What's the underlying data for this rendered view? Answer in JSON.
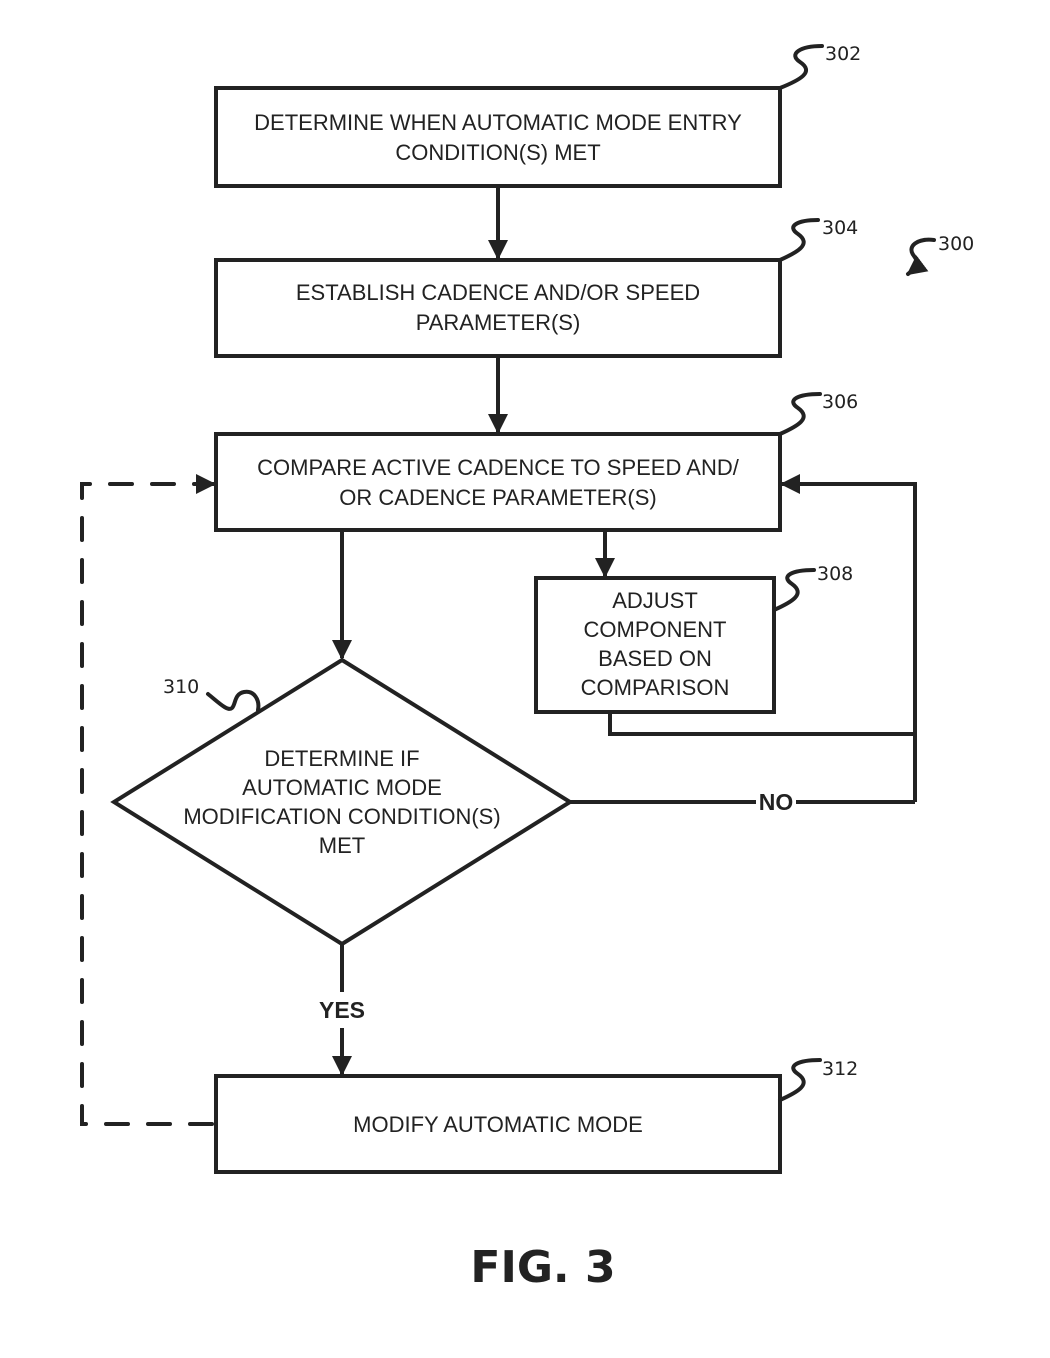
{
  "figure": {
    "title": "FIG. 3",
    "ref": "300"
  },
  "nodes": {
    "n302": {
      "ref": "302",
      "type": "process",
      "lines": [
        "DETERMINE WHEN AUTOMATIC MODE ENTRY",
        "CONDITION(S) MET"
      ]
    },
    "n304": {
      "ref": "304",
      "type": "process",
      "lines": [
        "ESTABLISH CADENCE AND/OR SPEED",
        "PARAMETER(S)"
      ]
    },
    "n306": {
      "ref": "306",
      "type": "process",
      "lines": [
        "COMPARE ACTIVE CADENCE TO SPEED AND/",
        "OR CADENCE PARAMETER(S)"
      ]
    },
    "n308": {
      "ref": "308",
      "type": "process",
      "lines": [
        "ADJUST",
        "COMPONENT",
        "BASED ON",
        "COMPARISON"
      ]
    },
    "n310": {
      "ref": "310",
      "type": "decision",
      "lines": [
        "DETERMINE IF",
        "AUTOMATIC MODE",
        "MODIFICATION CONDITION(S)",
        "MET"
      ]
    },
    "n312": {
      "ref": "312",
      "type": "process",
      "lines": [
        "MODIFY AUTOMATIC MODE"
      ]
    }
  },
  "edges": [
    {
      "from": "302",
      "to": "304",
      "label": ""
    },
    {
      "from": "304",
      "to": "306",
      "label": ""
    },
    {
      "from": "306",
      "to": "308",
      "label": ""
    },
    {
      "from": "306",
      "to": "310",
      "label": ""
    },
    {
      "from": "308",
      "to": "306",
      "label": ""
    },
    {
      "from": "310",
      "to": "306",
      "label": "NO"
    },
    {
      "from": "310",
      "to": "312",
      "label": "YES"
    },
    {
      "from": "312",
      "to": "306",
      "label": "",
      "style": "dashed"
    }
  ],
  "labels": {
    "no": "NO",
    "yes": "YES"
  }
}
